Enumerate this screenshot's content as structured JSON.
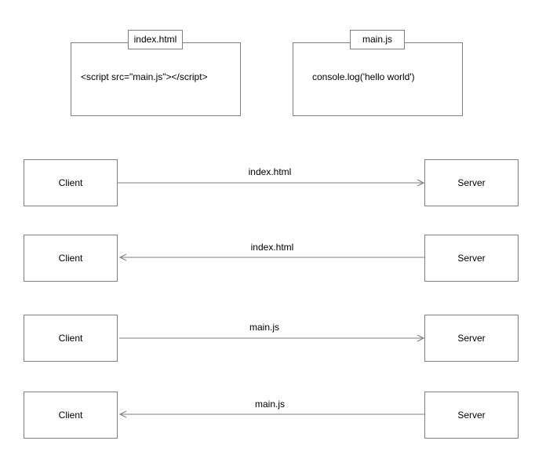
{
  "files": [
    {
      "name": "index.html",
      "content": "<script src=\"main.js\"></script>"
    },
    {
      "name": "main.js",
      "content": "console.log('hello world')"
    }
  ],
  "flows": [
    {
      "left": "Client",
      "right": "Server",
      "label": "index.html"
    },
    {
      "left": "Client",
      "right": "Server",
      "label": "index.html"
    },
    {
      "left": "Client",
      "right": "Server",
      "label": "main.js"
    },
    {
      "left": "Client",
      "right": "Server",
      "label": "main.js"
    }
  ],
  "colors": {
    "border": "#7f7f7f",
    "arrow": "#7f7f7f"
  }
}
